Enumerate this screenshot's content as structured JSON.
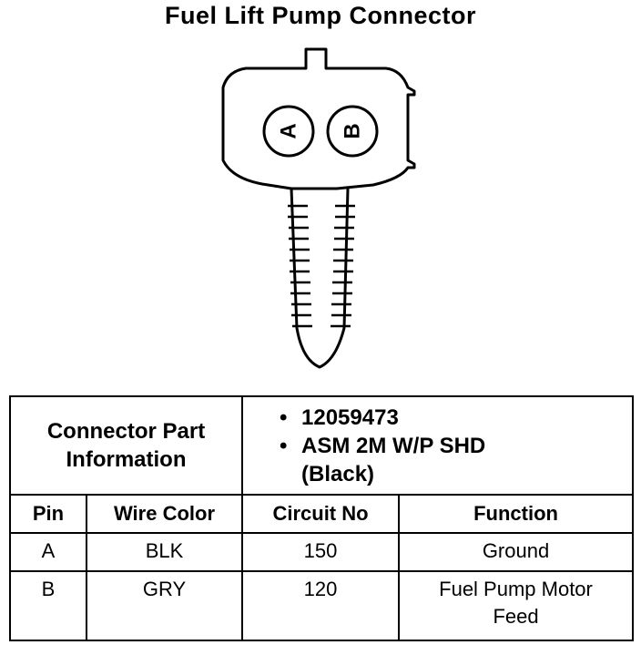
{
  "title": "Fuel Lift Pump Connector",
  "connector": {
    "pins": [
      {
        "label": "A"
      },
      {
        "label": "B"
      }
    ]
  },
  "table": {
    "part_label_lines": [
      "Connector Part",
      "Information"
    ],
    "part_info": [
      {
        "bullet": "•",
        "text": "12059473"
      },
      {
        "bullet": "•",
        "text": "ASM 2M W/P SHD"
      },
      {
        "bullet": "",
        "text": "(Black)"
      }
    ],
    "columns": [
      "Pin",
      "Wire Color",
      "Circuit No",
      "Function"
    ],
    "rows": [
      {
        "pin": "A",
        "wire_color": "BLK",
        "circuit": "150",
        "function_lines": [
          "Ground"
        ]
      },
      {
        "pin": "B",
        "wire_color": "GRY",
        "circuit": "120",
        "function_lines": [
          "Fuel Pump Motor",
          "Feed"
        ]
      }
    ]
  }
}
